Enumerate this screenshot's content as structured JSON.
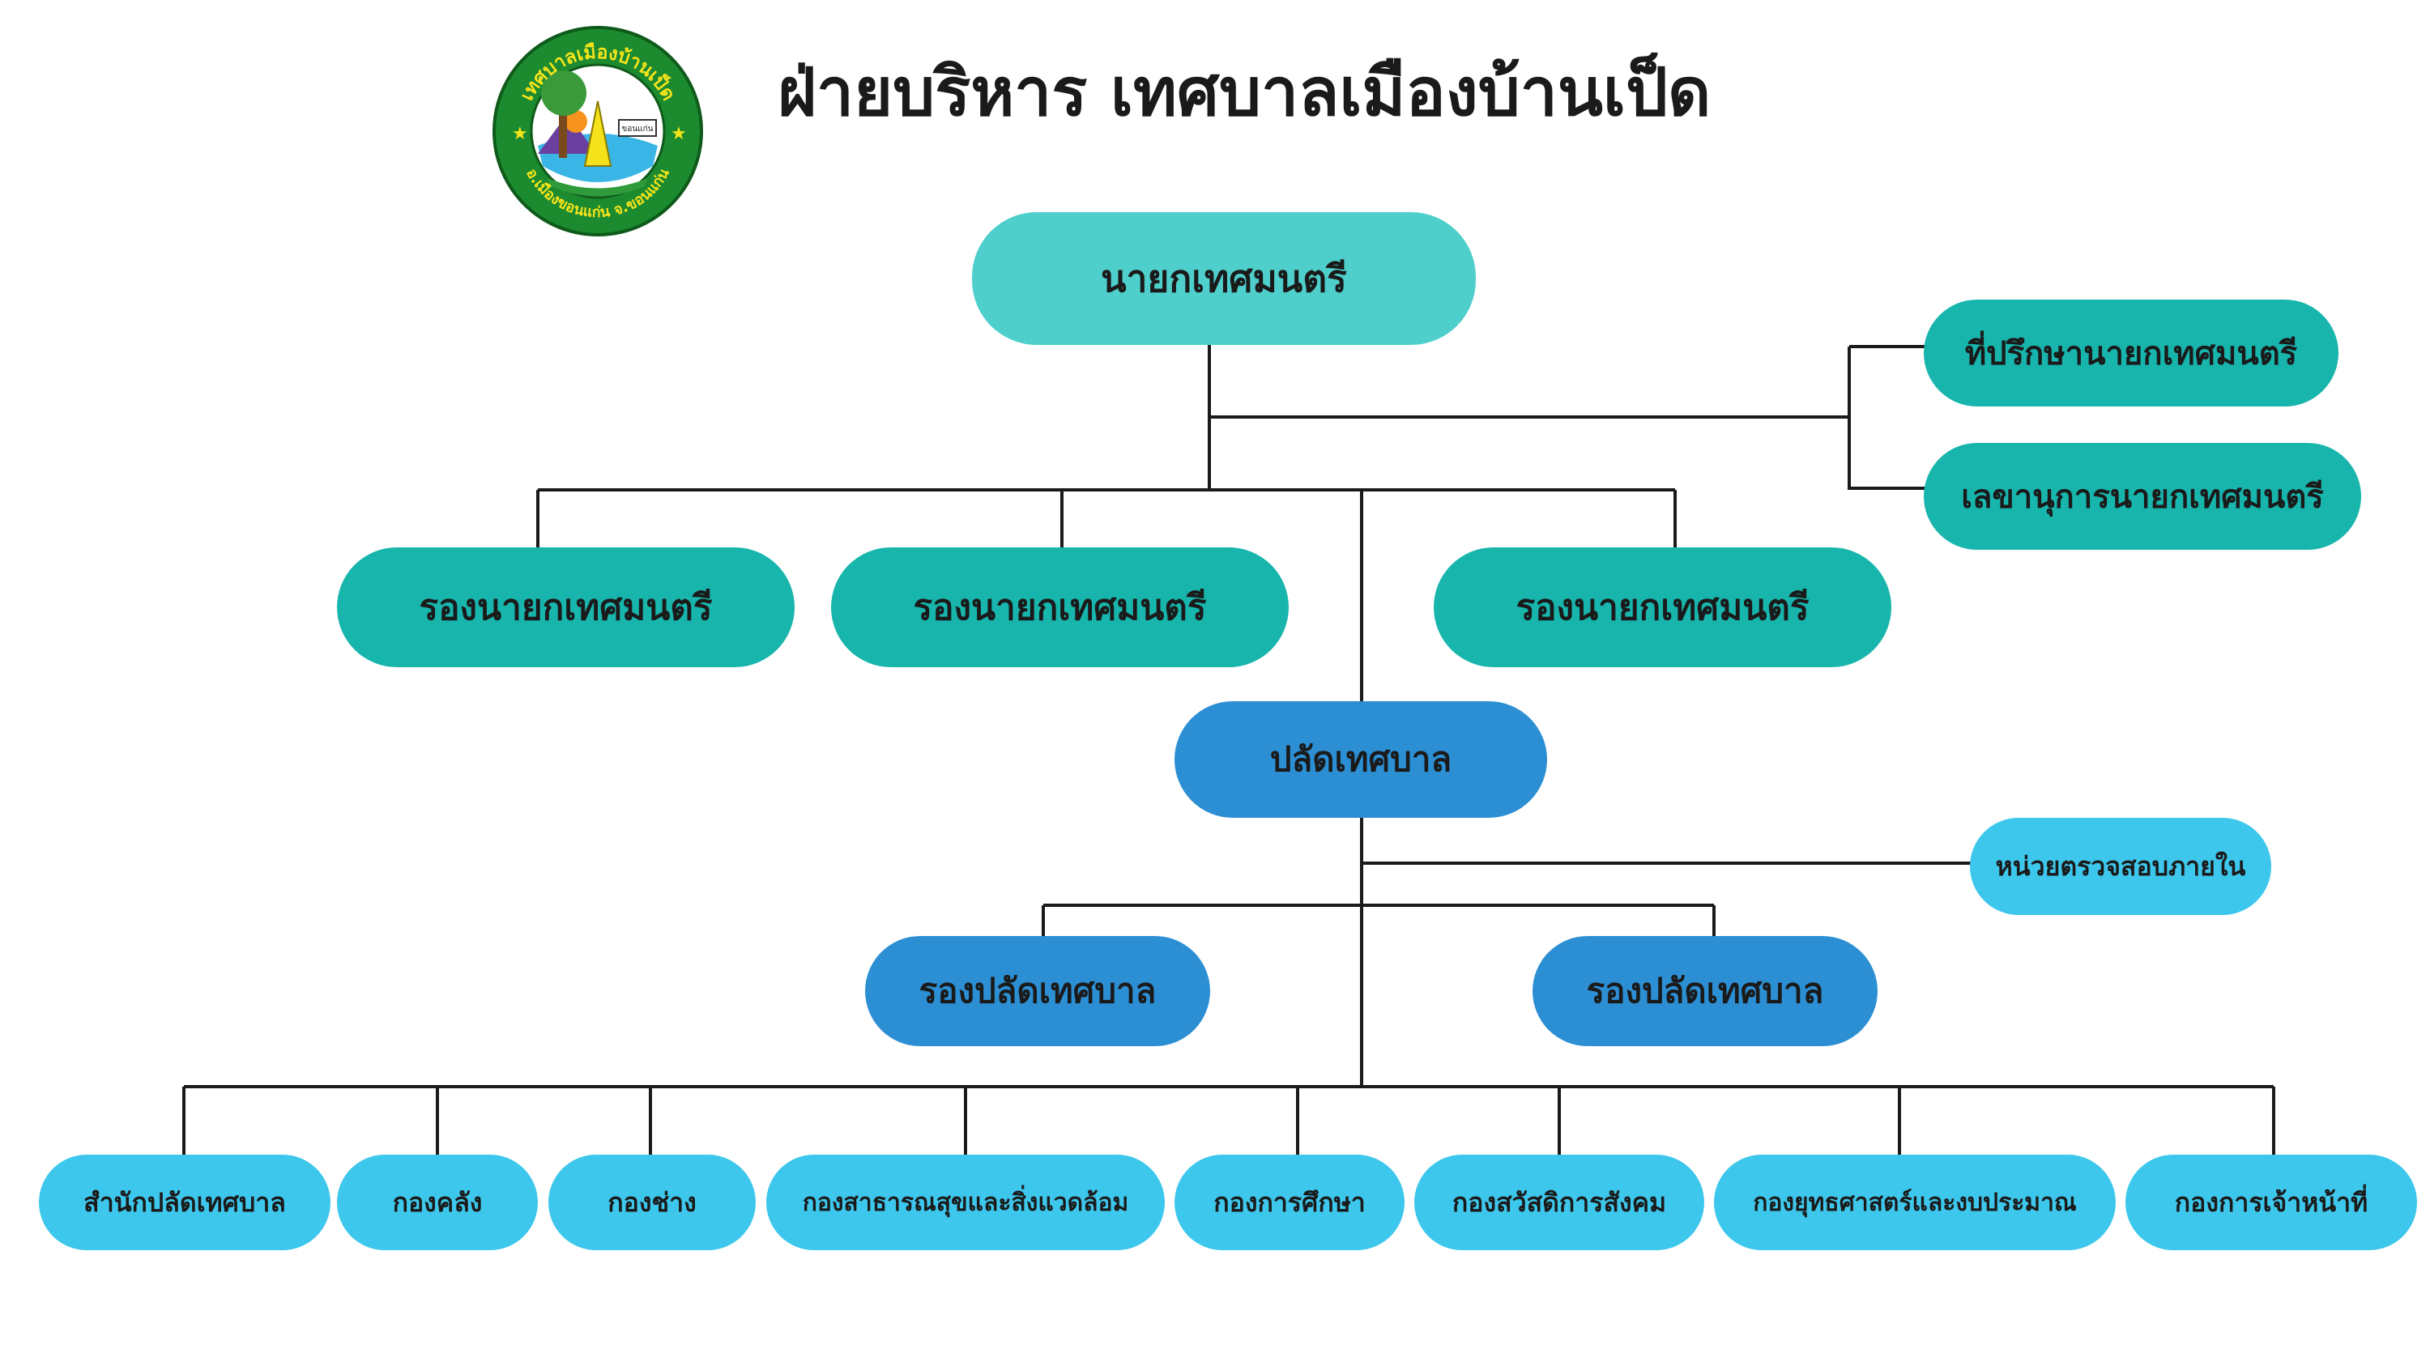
{
  "title": "ฝ่ายบริหาร เทศบาลเมืองบ้านเป็ด",
  "logo": {
    "name": "seal-logo",
    "text_top": "เทศบาลเมืองบ้านเป็ด",
    "text_bottom": "อ.เมืองขอนแก่น จ.ขอนแก่น",
    "sign_text": "ขอนแก่น"
  },
  "colors": {
    "mayor": "#4ecfcc",
    "deputy": "#18b5ad",
    "clerk": "#2c8fd4",
    "division": "#3dc7ec",
    "line": "#1a1a1a"
  },
  "nodes": {
    "mayor": "นายกเทศมนตรี",
    "advisor": "ที่ปรึกษานายกเทศมนตรี",
    "secretary": "เลขานุการนายกเทศมนตรี",
    "deputy_mayors": [
      "รองนายกเทศมนตรี",
      "รองนายกเทศมนตรี",
      "รองนายกเทศมนตรี"
    ],
    "clerk": "ปลัดเทศบาล",
    "internal_audit": "หน่วยตรวจสอบภายใน",
    "deputy_clerks": [
      "รองปลัดเทศบาล",
      "รองปลัดเทศบาล"
    ],
    "divisions": [
      "สำนักปลัดเทศบาล",
      "กองคลัง",
      "กองช่าง",
      "กองสาธารณสุขและสิ่งแวดล้อม",
      "กองการศึกษา",
      "กองสวัสดิการสังคม",
      "กองยุทธศาสตร์และงบประมาณ",
      "กองการเจ้าหน้าที่"
    ]
  }
}
